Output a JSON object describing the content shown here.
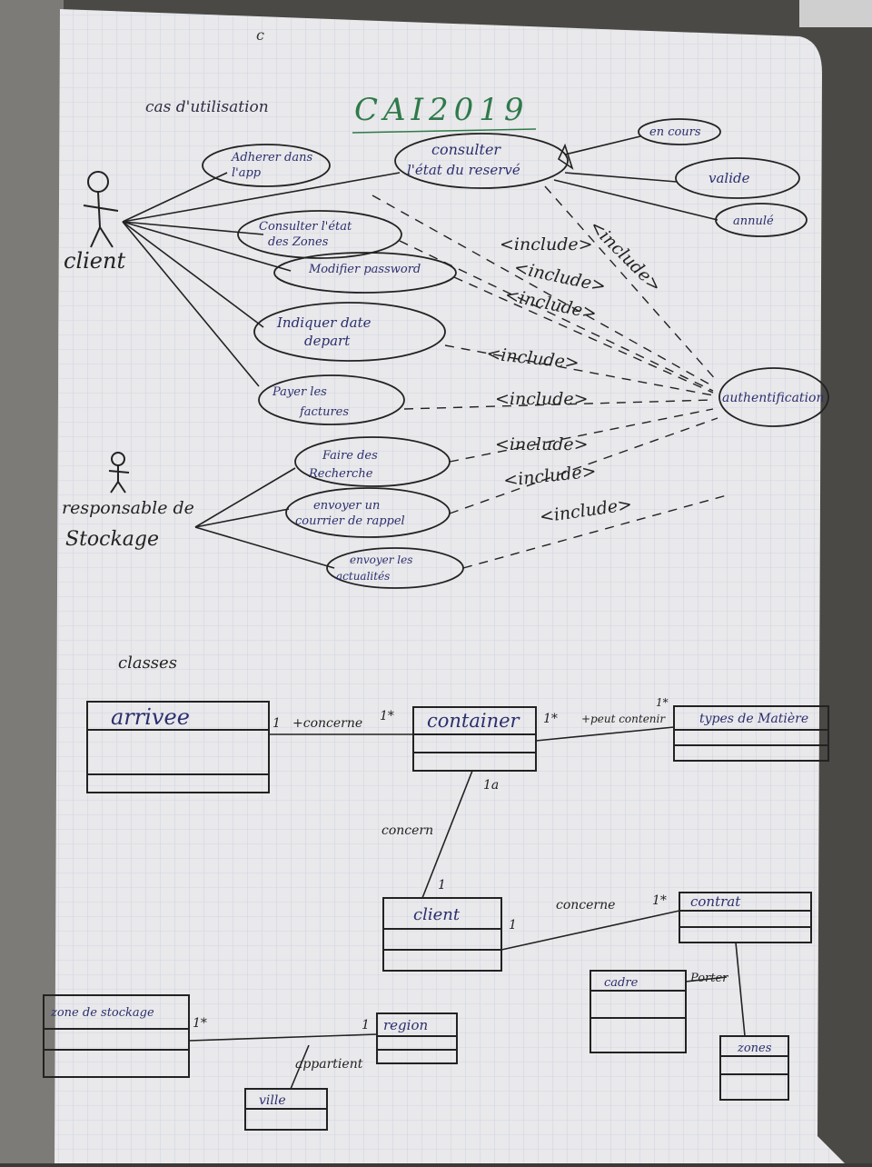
{
  "header": {
    "letter": "c",
    "section_use_cases": "cas d'utilisation",
    "title": "CAI2019"
  },
  "actors": {
    "client": "client",
    "manager_line1": "responsable de",
    "manager_line2": "Stockage"
  },
  "use_cases": {
    "adherer": [
      "Adherer dans",
      "l'app"
    ],
    "consulter_reservation": [
      "consulter",
      "l'état du reservé"
    ],
    "en_cours": "en cours",
    "valide": "valide",
    "annule": "annulé",
    "consulter_zones": [
      "Consulter l'état",
      "des Zones"
    ],
    "modifier": "Modifier password",
    "indiquer": [
      "Indiquer date",
      "depart"
    ],
    "payer": [
      "Payer les",
      "factures"
    ],
    "recherche": [
      "Faire des",
      "Recherche"
    ],
    "courrier": [
      "envoyer un",
      "courrier de rappel"
    ],
    "actualites": [
      "envoyer les",
      "actualités"
    ],
    "authentification": "authentification"
  },
  "includes": [
    "<include>",
    "<include>",
    "<include>",
    "<include>",
    "<include>",
    "<include>",
    "<include>",
    "<include>",
    "<include>"
  ],
  "section_classes": "classes",
  "classes": {
    "arrivee": "arrivee",
    "container": "container",
    "types": "types de Matière",
    "client": "client",
    "contrat": "contrat",
    "zone": "zone de stockage",
    "region": "region",
    "ville": "ville",
    "cadre": "cadre",
    "zones": "zones"
  },
  "associations": {
    "a1_left": "1",
    "a1_label": "+concerne",
    "a1_right": "1*",
    "a2_left": "1*",
    "a2_label": "+peut contenir",
    "a2_right": "1*",
    "a3_top": "1a",
    "a3_label": "concern",
    "a3_bottom": "1",
    "a4_left": "1",
    "a4_label": "concerne",
    "a4_right": "1*",
    "a5_left": "1*",
    "a5_label": "appartient",
    "a5_right": "1",
    "a6_label": "Porter"
  }
}
